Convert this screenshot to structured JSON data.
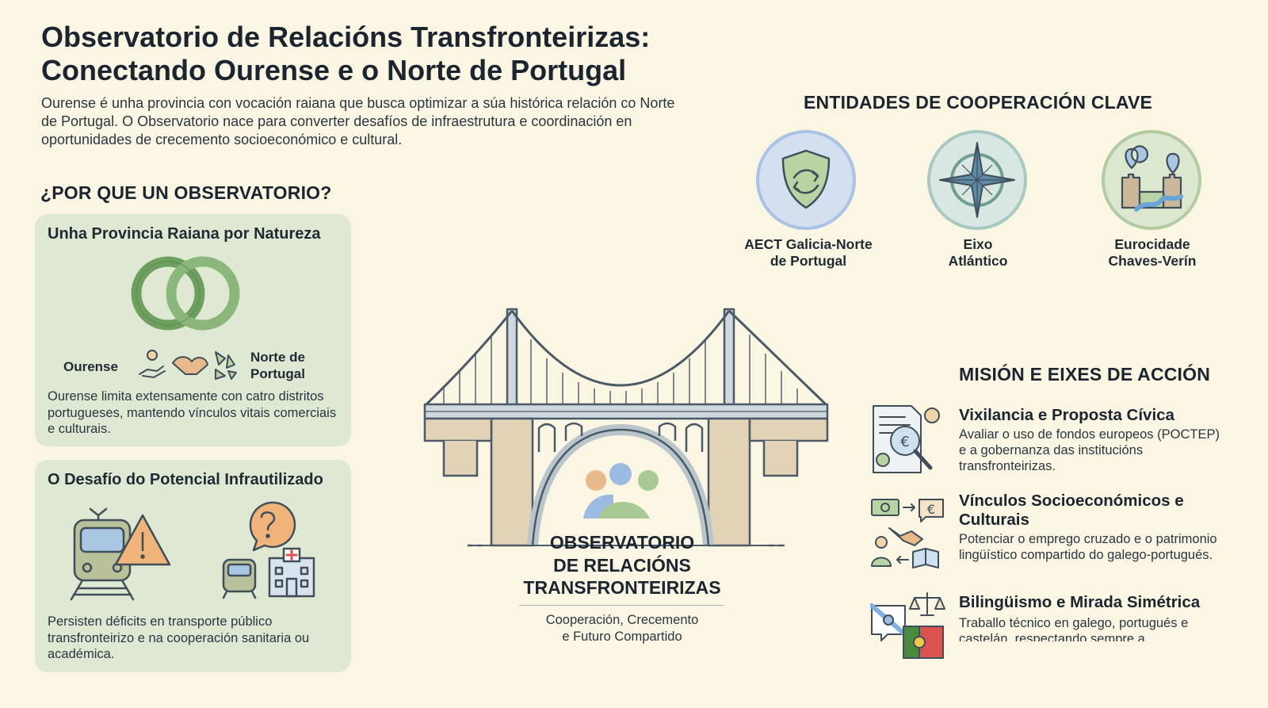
{
  "header": {
    "title_line1": "Observatorio de Relacións Transfronteirizas:",
    "title_line2": "Conectando Ourense e o Norte de Portugal",
    "intro": "Ourense é unha provincia con vocación raiana que busca optimizar a súa histórica relación co Norte de Portugal. O Observatorio nace para converter desafíos de infraestrutura e coordinación en oportunidades de crecemento socioeconómico e cultural."
  },
  "why": {
    "heading": "¿POR QUE UN OBSERVATORIO?",
    "card1": {
      "title": "Unha Provincia Raiana por Natureza",
      "left_label": "Ourense",
      "right_label_line1": "Norte de",
      "right_label_line2": "Portugal",
      "text": "Ourense limita extensamente con catro distritos portugueses, mantendo vínculos vitais comerciais e culturais."
    },
    "card2": {
      "title": "O Desafío do Potencial Infrautilizado",
      "text": "Persisten déficits en transporte público transfronteirizo e na cooperación sanitaria ou académica."
    }
  },
  "entities": {
    "heading": "ENTIDADES DE COOPERACIÓN CLAVE",
    "items": [
      {
        "line1": "AECT Galicia-Norte",
        "line2": "de Portugal",
        "icon": "shield-arrows-icon"
      },
      {
        "line1": "Eixo",
        "line2": "Atlántico",
        "icon": "compass-rose-icon"
      },
      {
        "line1": "Eurocidade",
        "line2": "Chaves-Verín",
        "icon": "twin-city-map-icon"
      }
    ]
  },
  "center": {
    "title_line1": "OBSERVATORIO",
    "title_line2": "DE RELACIÓNS",
    "title_line3": "TRANSFRONTEIRIZAS",
    "sub_line1": "Cooperación, Crecemento",
    "sub_line2": "e Futuro Compartido"
  },
  "mission": {
    "heading": "MISIÓN E EIXES DE ACCIÓN",
    "items": [
      {
        "title": "Vixilancia e Proposta Cívica",
        "text": "Avaliar o uso de fondos europeos (POCTEP) e a gobernanza das institucións transfronteirizas."
      },
      {
        "title": "Vínculos Socioeconómicos e Culturais",
        "text": "Potenciar o emprego cruzado e o patrimonio lingüístico compartido do galego-portugués."
      },
      {
        "title": "Bilingüismo e Mirada Simétrica",
        "text": "Traballo técnico en galego, portugués e castelán, respectando sempre a"
      }
    ]
  },
  "colors": {
    "background": "#fbf5e3",
    "card": "#dfe8d3",
    "green": "#7faa6e",
    "blue": "#8fb3d9",
    "orange": "#e2a467"
  }
}
